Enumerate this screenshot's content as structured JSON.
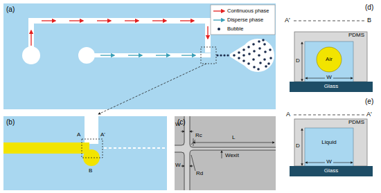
{
  "diagram": {
    "nodes": [
      {
        "text": [
          "PDMS"
        ]
      },
      {
        "text": [
          "Air"
        ],
        "in": 0
      },
      {
        "text": [
          "Glass"
        ]
      },
      {
        "text": [
          "PDMS"
        ]
      },
      {
        "text": [
          "Liquid"
        ],
        "in": 3
      },
      {
        "text": [
          "Glass"
        ]
      }
    ],
    "labels": [
      "(a)",
      "(b)",
      "(c)",
      "(d)",
      "(e)",
      "A",
      "A'",
      "B",
      "W",
      "Rc",
      "L",
      "W",
      "Wexit",
      "Rd",
      "A'",
      "B",
      "D",
      "W",
      "A",
      "A'",
      "D",
      "W"
    ],
    "legend": [
      {
        "text": "Continuous phase"
      },
      {
        "text": "Disperse phase"
      },
      {
        "text": "Bubble"
      }
    ]
  }
}
